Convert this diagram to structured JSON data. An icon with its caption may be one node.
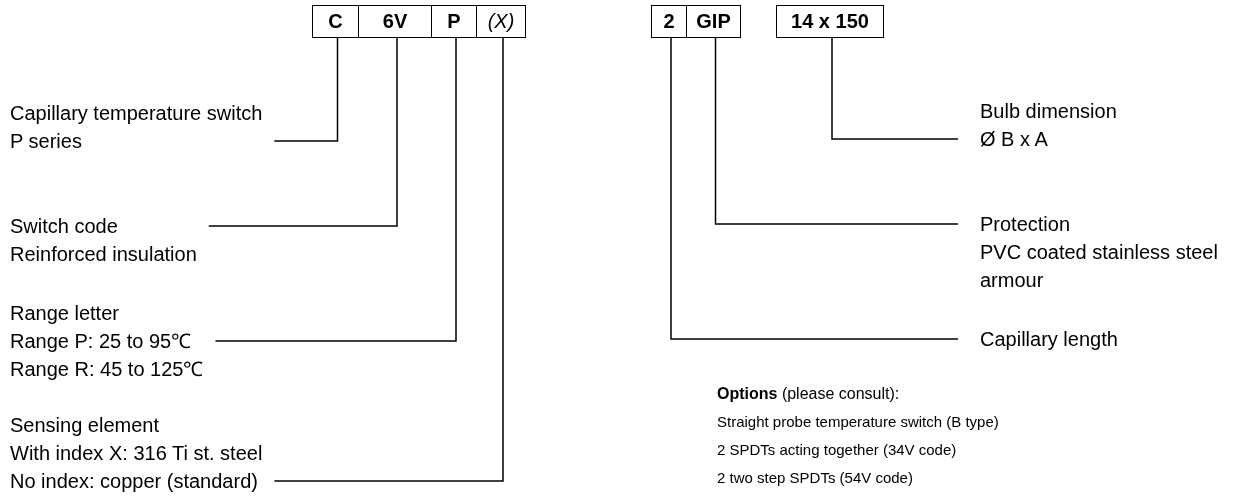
{
  "diagram": {
    "nodes": [
      {
        "text": [
          "C"
        ]
      },
      {
        "text": [
          "6V"
        ]
      },
      {
        "text": [
          "P"
        ]
      },
      {
        "text": [
          "(X)"
        ]
      },
      {
        "text": [
          "2"
        ]
      },
      {
        "text": [
          "GIP"
        ]
      },
      {
        "text": [
          "14 x 150"
        ]
      },
      {
        "text": [
          "Capillary temperature switch",
          "P series"
        ]
      },
      {
        "text": [
          "Switch code",
          "Reinforced insulation"
        ]
      },
      {
        "text": [
          "Range letter",
          "Range P: 25 to 95℃",
          "Range R: 45 to 125℃"
        ]
      },
      {
        "text": [
          "Sensing element",
          "With index X: 316 Ti st. steel",
          "No index: copper (standard)"
        ]
      },
      {
        "text": [
          "Bulb dimension",
          "Ø B x A"
        ]
      },
      {
        "text": [
          "Protection",
          "PVC coated stainless steel armour"
        ]
      },
      {
        "text": [
          "Capillary length"
        ]
      }
    ],
    "edges": [
      {
        "from": 7,
        "to": 0,
        "arrow": "none"
      },
      {
        "from": 8,
        "to": 1,
        "arrow": "none"
      },
      {
        "from": 9,
        "to": 2,
        "arrow": "none"
      },
      {
        "from": 10,
        "to": 3,
        "arrow": "none"
      },
      {
        "from": 11,
        "to": 6,
        "arrow": "none"
      },
      {
        "from": 12,
        "to": 5,
        "arrow": "none"
      },
      {
        "from": 13,
        "to": 4,
        "arrow": "none"
      }
    ],
    "labels": [
      "**Options** (please consult):",
      "Straight probe temperature switch (B type)",
      "2 SPDTs acting together (34V code)",
      "2 two step SPDTs (54V code)"
    ]
  }
}
